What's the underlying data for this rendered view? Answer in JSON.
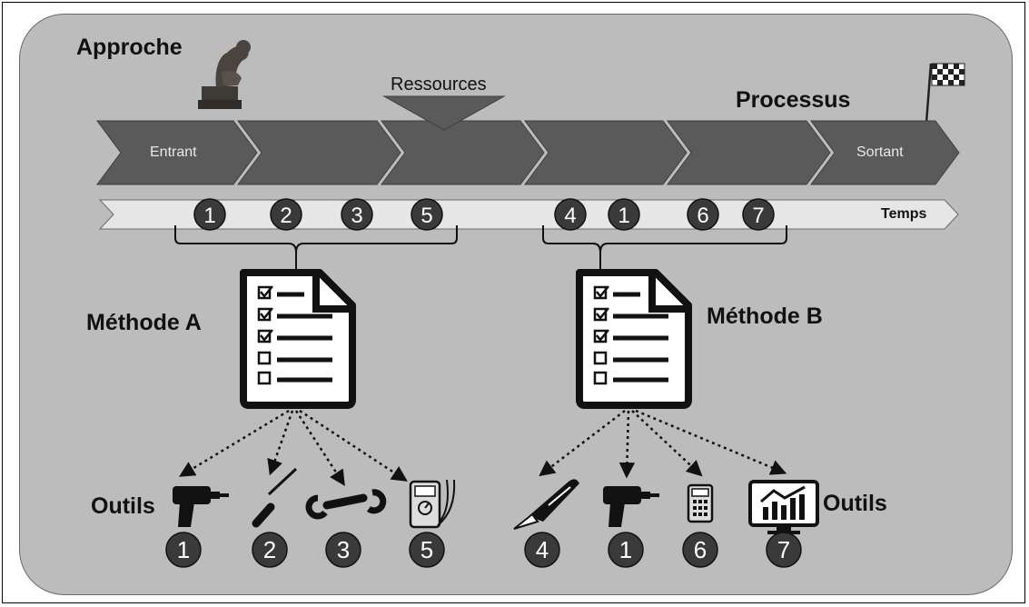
{
  "title": "Approche",
  "resources_label": "Ressources",
  "process_label": "Processus",
  "input_label": "Entrant",
  "output_label": "Sortant",
  "time_label": "Temps",
  "timeline_numbers": [
    "1",
    "2",
    "3",
    "5",
    "4",
    "1",
    "6",
    "7"
  ],
  "method_a": {
    "label": "Méthode A",
    "tools_label": "Outils",
    "tools": [
      {
        "icon": "drill-icon",
        "number": "1"
      },
      {
        "icon": "screwdriver-icon",
        "number": "2"
      },
      {
        "icon": "wrench-icon",
        "number": "3"
      },
      {
        "icon": "multimeter-icon",
        "number": "5"
      }
    ]
  },
  "method_b": {
    "label": "Méthode B",
    "tools_label": "Outils",
    "tools": [
      {
        "icon": "cutter-icon",
        "number": "4"
      },
      {
        "icon": "drill-icon",
        "number": "1"
      },
      {
        "icon": "calculator-icon",
        "number": "6"
      },
      {
        "icon": "monitor-chart-icon",
        "number": "7"
      }
    ]
  },
  "colors": {
    "panel": "#bcbcbc",
    "chevron": "#5a5a5a",
    "timeline": "#e6e6e6",
    "badge": "#3a3a3a"
  }
}
